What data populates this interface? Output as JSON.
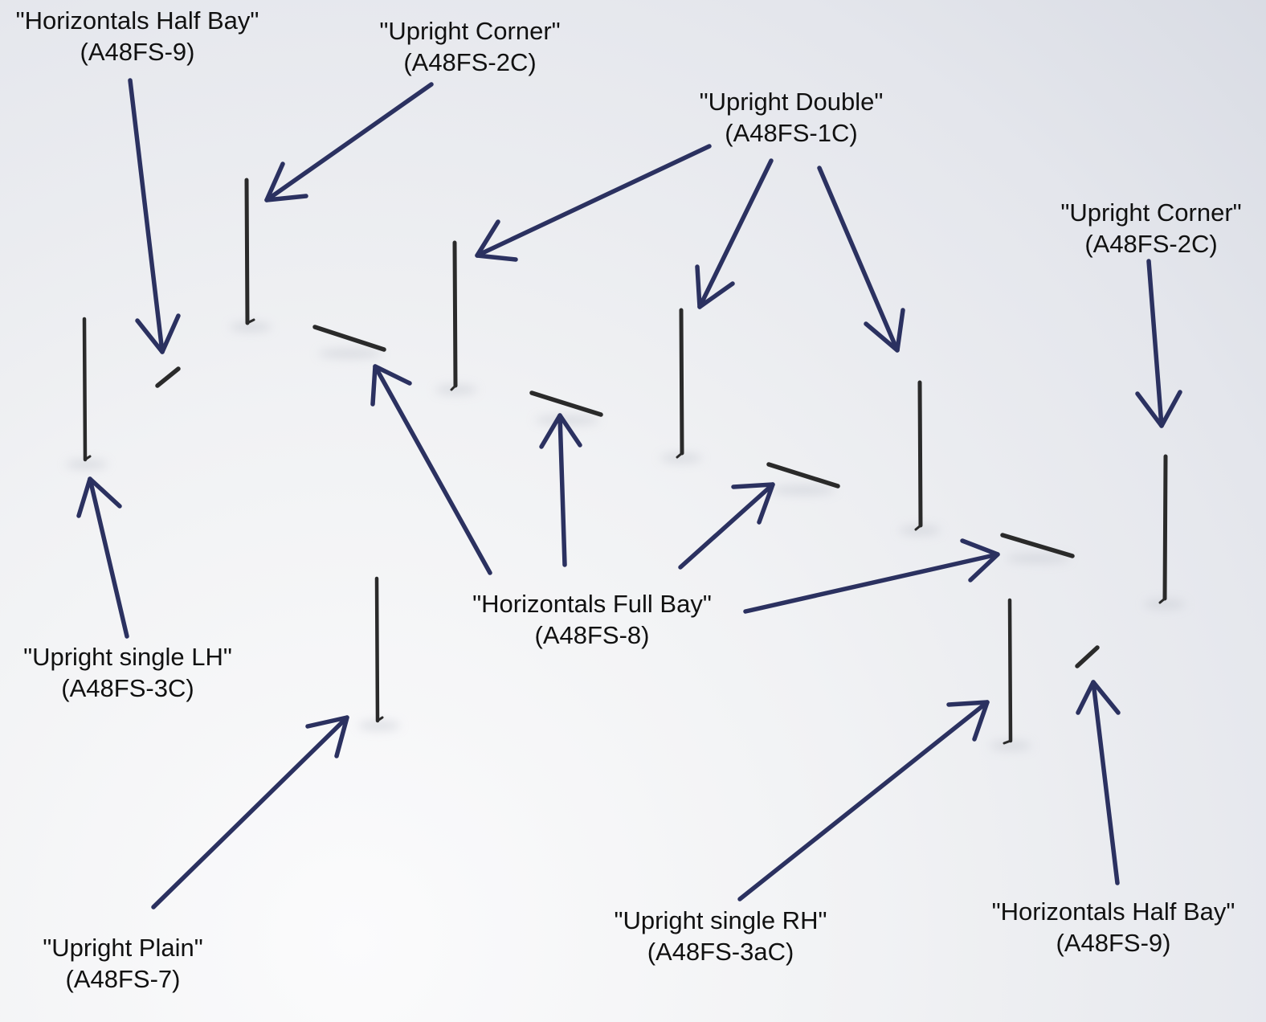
{
  "parts": {
    "half_bay_tl": {
      "name": "\"Horizontals Half Bay\"",
      "code": "(A48FS-9)"
    },
    "corner_top": {
      "name": "\"Upright Corner\"",
      "code": "(A48FS-2C)"
    },
    "double": {
      "name": "\"Upright Double\"",
      "code": "(A48FS-1C)"
    },
    "corner_right": {
      "name": "\"Upright Corner\"",
      "code": "(A48FS-2C)"
    },
    "single_lh": {
      "name": "\"Upright single LH\"",
      "code": "(A48FS-3C)"
    },
    "full_bay": {
      "name": "\"Horizontals Full Bay\"",
      "code": "(A48FS-8)"
    },
    "plain": {
      "name": "\"Upright Plain\"",
      "code": "(A48FS-7)"
    },
    "single_rh": {
      "name": "\"Upright single RH\"",
      "code": "(A48FS-3aC)"
    },
    "half_bay_br": {
      "name": "\"Horizontals Half Bay\"",
      "code": "(A48FS-9)"
    }
  },
  "colors": {
    "arrow": "#2b3160",
    "part": "#2a2a2a",
    "text": "#111111"
  }
}
